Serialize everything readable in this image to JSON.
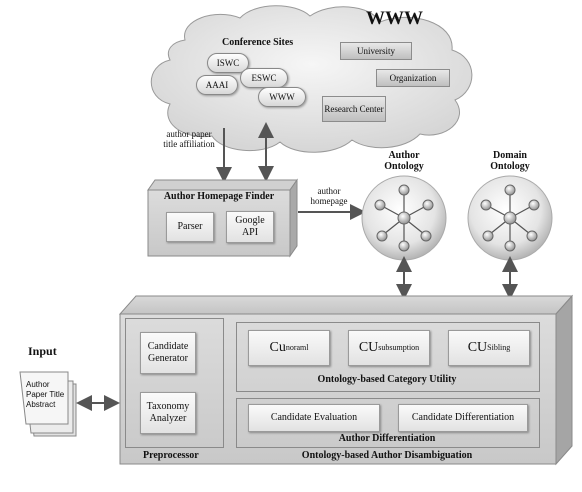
{
  "www": {
    "title": "WWW",
    "conference_sites": "Conference Sites"
  },
  "sites": [
    "ISWC",
    "AAAI",
    "ESWC",
    "WWW"
  ],
  "web_boxes": {
    "university": "University",
    "organization": "Organization",
    "research_center": "Research Center"
  },
  "flow_labels": {
    "author_info": "author paper title affiliation",
    "author_homepage": "author homepage"
  },
  "finder": {
    "title": "Author Homepage Finder",
    "parser": "Parser",
    "google_api": "Google API"
  },
  "ontologies": {
    "author": "Author Ontology",
    "domain": "Domain Ontology"
  },
  "input": {
    "title": "Input",
    "doc_text": "Author Paper Title Abstract"
  },
  "preprocessor": {
    "candidate_generator": "Candidate Generator",
    "taxonomy_analyzer": "Taxonomy Analyzer",
    "label": "Preprocessor"
  },
  "category_utility": {
    "cu_normal_base": "Cu",
    "cu_normal_sub": "noraml",
    "cu_subsumption_base": "CU",
    "cu_subsumption_sub": "subsumption",
    "cu_sibling_base": "CU",
    "cu_sibling_sub": "Sibling",
    "label": "Ontology-based Category Utility"
  },
  "differentiation": {
    "candidate_evaluation": "Candidate Evaluation",
    "candidate_differentiation": "Candidate Differentiation",
    "label": "Author Differentiation"
  },
  "disambiguation_label": "Ontology-based Author Disambiguation"
}
